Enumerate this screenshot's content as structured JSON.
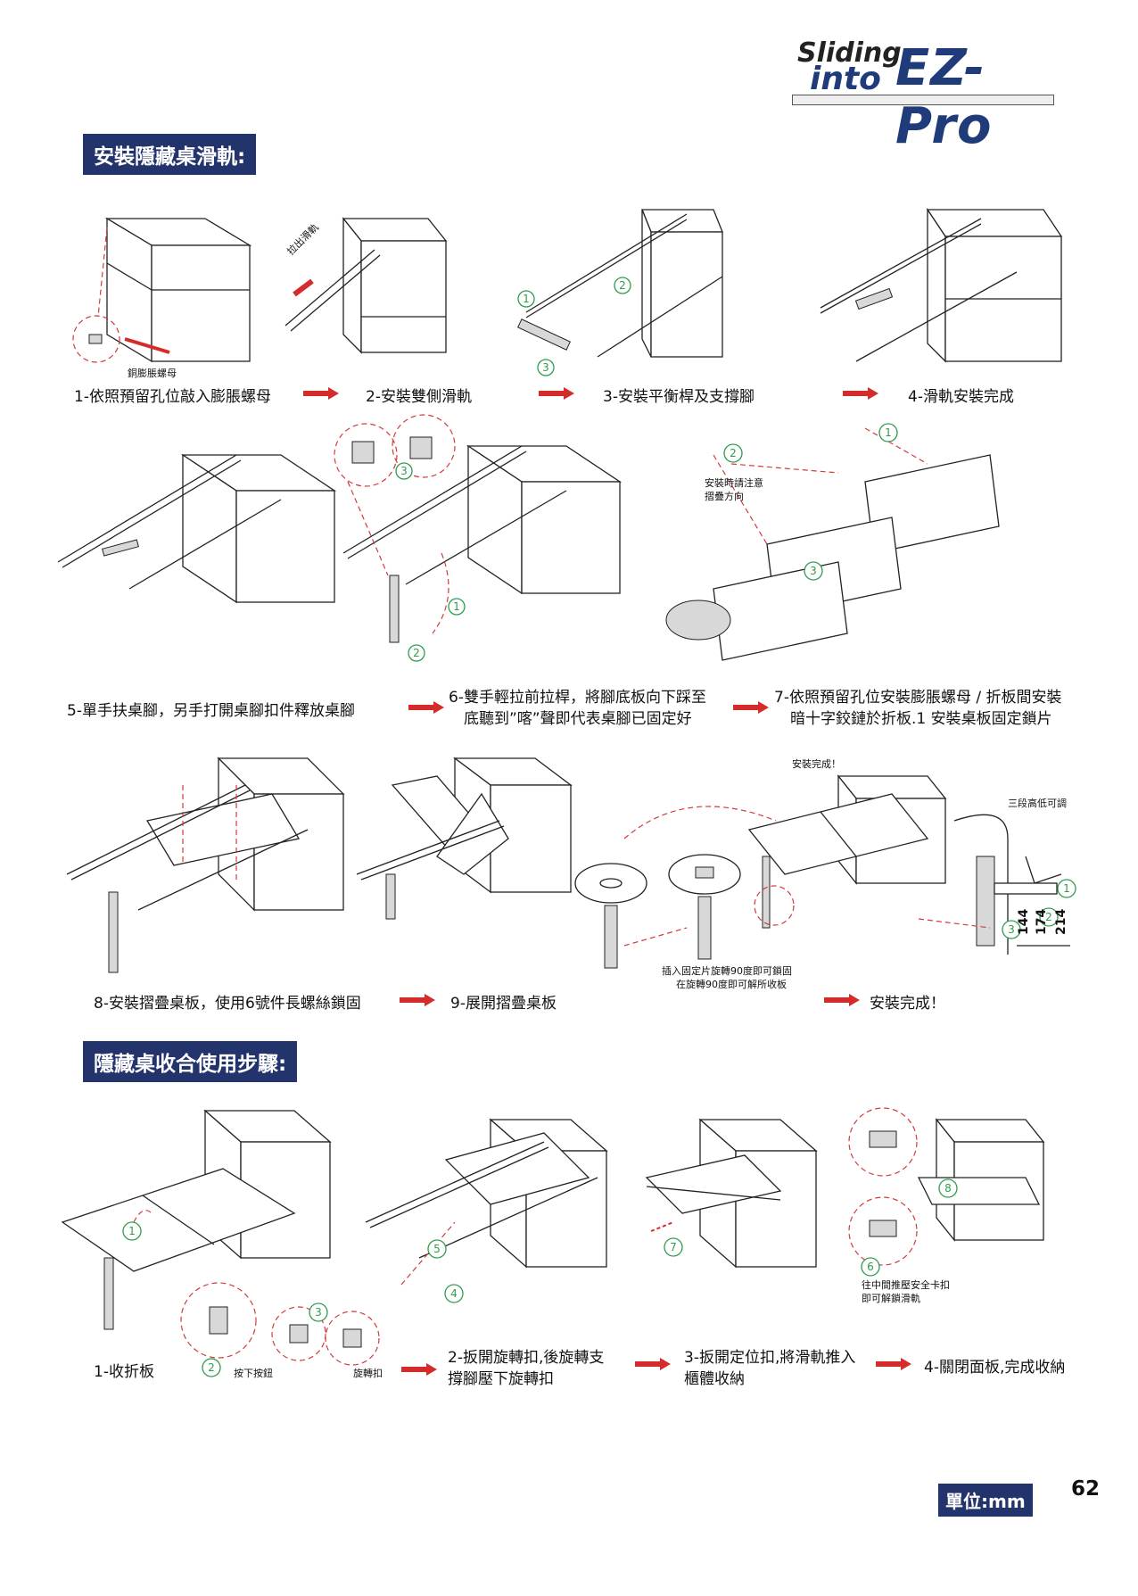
{
  "logo": {
    "line1": "Sliding",
    "line2": "into",
    "brand": "EZ-Pro"
  },
  "sections": {
    "install_title": "安裝隱藏桌滑軌:",
    "usage_title": "隱藏桌收合使用步驟:"
  },
  "install_steps": [
    "1-依照預留孔位敲入膨脹螺母",
    "2-安裝雙側滑軌",
    "3-安裝平衡桿及支撐腳",
    "4-滑軌安裝完成",
    "5-單手扶桌腳，另手打開桌腳扣件釋放桌腳",
    "6-雙手輕拉前拉桿，將腳底板向下踩至",
    "底聽到”喀”聲即代表桌腳已固定好",
    "7-依照預留孔位安裝膨脹螺母 / 折板間安裝",
    "暗十字鉸鏈於折板.1 安裝桌板固定鎖片",
    "8-安裝摺疊桌板，使用6號件長螺絲鎖固",
    "9-展開摺疊桌板",
    "安裝完成！"
  ],
  "labels": {
    "nut": "銅膨脹螺母",
    "pull_rail": "拉出滑軌",
    "fold_note_1": "安裝時請注意",
    "fold_note_2": "摺疊方向",
    "done_small": "安裝完成！",
    "height_adjust": "三段高低可調",
    "plate_note_1": "插入固定片旋轉90度即可鎖固",
    "plate_note_2": "在旋轉90度即可解所收板",
    "press_button": "按下按鈕",
    "rotate_clip": "旋轉扣",
    "safety_1": "往中間推壓安全卡扣",
    "safety_2": "即可解鎖滑軌"
  },
  "dimensions": [
    "144",
    "174",
    "214"
  ],
  "usage_steps": [
    "1-收折板",
    "2-扳開旋轉扣,後旋轉支",
    "撐腳壓下旋轉扣",
    "3-扳開定位扣,將滑軌推入",
    "櫃體收納",
    "4-關閉面板,完成收納"
  ],
  "markers": [
    "1",
    "2",
    "3",
    "4",
    "5",
    "6",
    "7",
    "8"
  ],
  "footer": {
    "unit": "單位:mm",
    "page": "62"
  },
  "colors": {
    "accent": "#23336b",
    "arrow": "#d42b2b",
    "marker": "#2e9c4e"
  }
}
